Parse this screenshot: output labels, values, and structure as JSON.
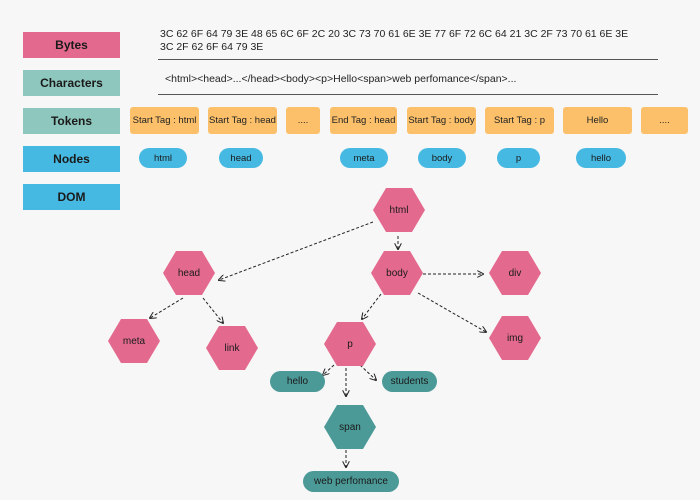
{
  "rows": {
    "bytes": "Bytes",
    "characters": "Characters",
    "tokens": "Tokens",
    "nodes": "Nodes",
    "dom": "DOM"
  },
  "bytes_text": "3C 62 6F 64 79 3E 48 65 6C 6F 2C 20 3C 73 70 61 6E 3E 77 6F 72 6C 64 21 3C 2F 73 70 61 6E 3E 3C 2F 62 6F 64 79 3E",
  "characters_text": "<html><head>...</head><body><p>Hello<span>web perfomance</span>...",
  "tokens": [
    "Start Tag : html",
    "Start Tag : head",
    "....",
    "End Tag : head",
    "Start Tag : body",
    "Start Tag : p",
    "Hello",
    "...."
  ],
  "nodes": [
    "html",
    "head",
    "meta",
    "body",
    "p",
    "hello"
  ],
  "dom_tree": {
    "html": "html",
    "head": "head",
    "body": "body",
    "div": "div",
    "meta": "meta",
    "link": "link",
    "p": "p",
    "img": "img",
    "hello": "hello",
    "students": "students",
    "span": "span",
    "web_perfomance": "web perfomance"
  },
  "colors": {
    "pink": "#e36a8e",
    "teal_light": "#8ec7bd",
    "blue": "#46b9e2",
    "orange": "#fcc06a",
    "teal_dark": "#4c9a98"
  }
}
